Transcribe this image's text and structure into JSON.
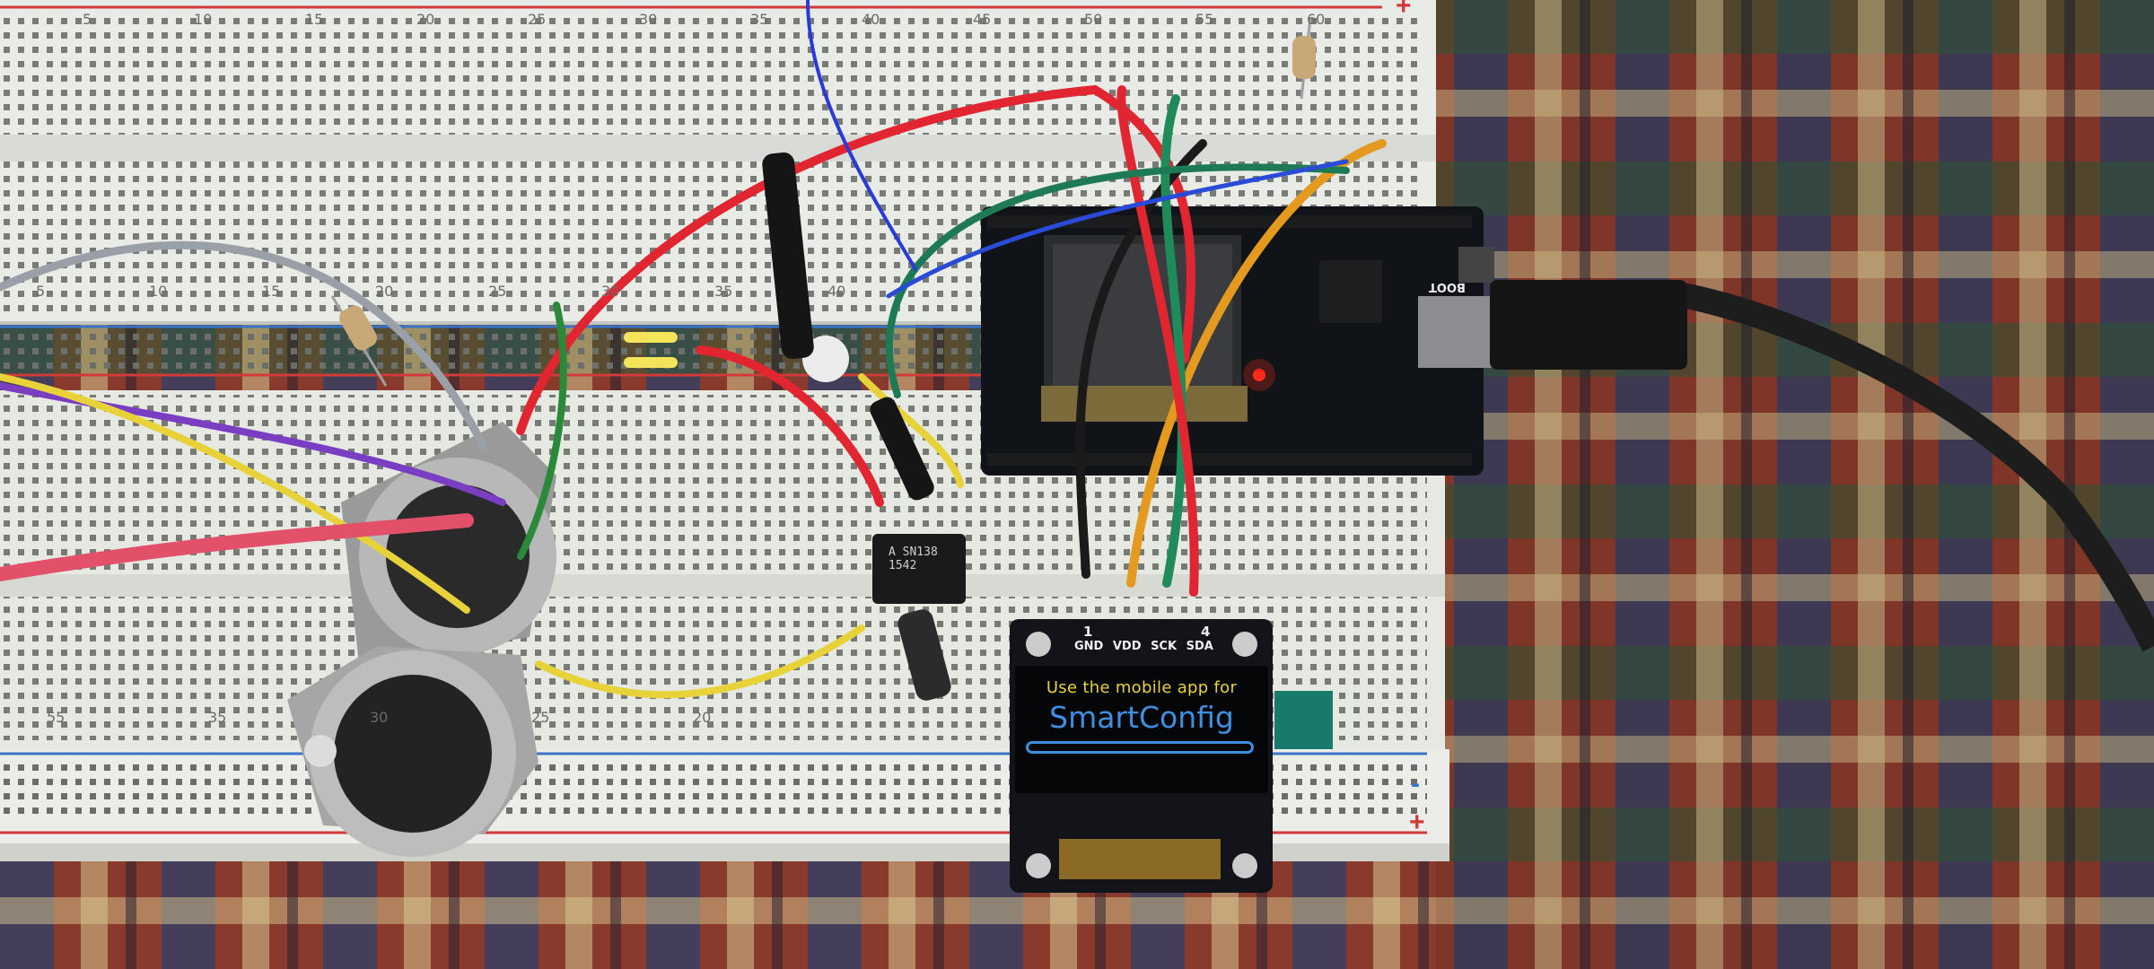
{
  "oled": {
    "line1": "Use the mobile app for",
    "line2": "SmartConfig",
    "progress_fraction": 0.0
  },
  "oled_header": {
    "pins": [
      "GND",
      "VDD",
      "SCK",
      "SDA"
    ],
    "pin_first": "1",
    "pin_last": "4"
  },
  "breadboard": {
    "rail_plus": "+",
    "rail_minus": "-",
    "top_numbers": [
      "5",
      "10",
      "15",
      "20",
      "25",
      "30",
      "35",
      "40",
      "45",
      "50",
      "55",
      "60"
    ],
    "mid_numbers": [
      "5",
      "10",
      "15",
      "20",
      "25",
      "30",
      "35",
      "40"
    ],
    "lower_numbers": [
      "55",
      "35",
      "30",
      "25",
      "20"
    ]
  },
  "chip": {
    "marking": "A SN138\n1542"
  },
  "esp32": {
    "boot_label": "BOOT"
  },
  "colors": {
    "oled_yellow": "#e8d23a",
    "oled_blue": "#3f8fe0",
    "breadboard": "#e9ebe6",
    "rail_red": "#d23a3a",
    "rail_blue": "#3a74c8",
    "pcb": "#101418"
  }
}
